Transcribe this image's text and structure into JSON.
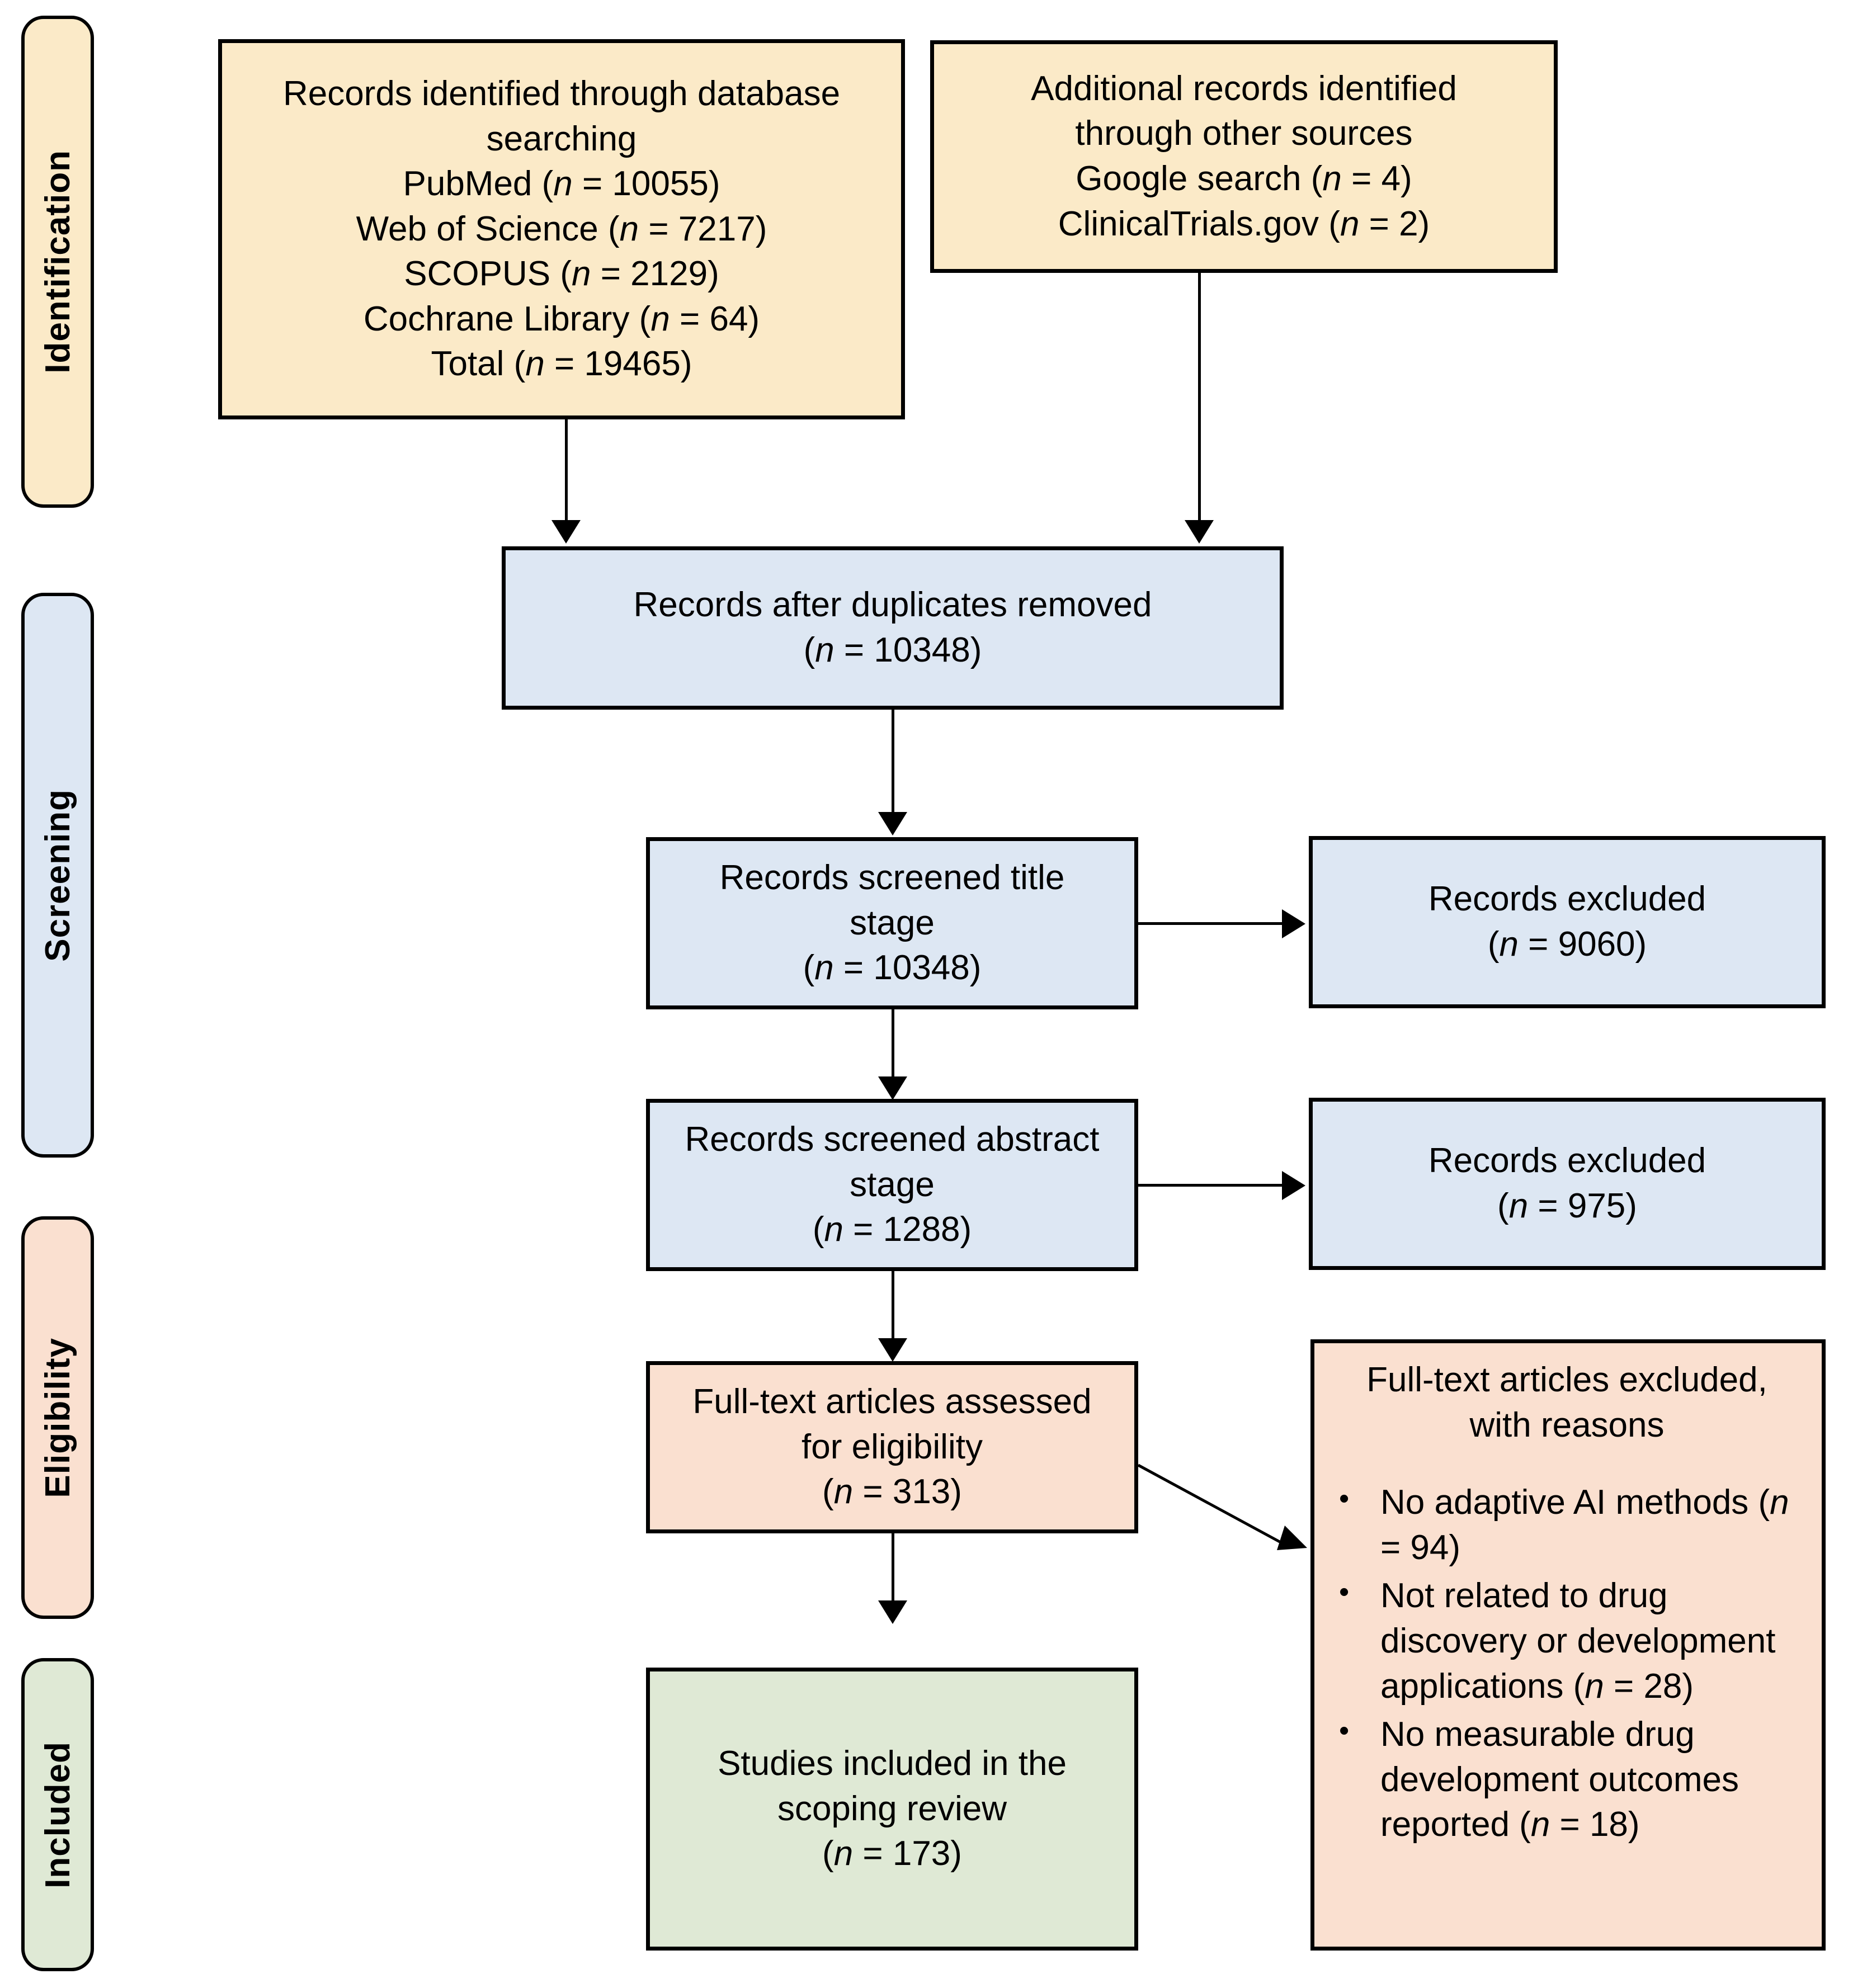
{
  "diagram": {
    "type": "prisma-flow-diagram",
    "stages": [
      {
        "label": "Identification",
        "color": "#fbeac8"
      },
      {
        "label": "Screening",
        "color": "#dde7f3"
      },
      {
        "label": "Eligibility",
        "color": "#fae0d0"
      },
      {
        "label": "Included",
        "color": "#dfe9d5"
      }
    ],
    "boxes": {
      "identified_database": {
        "color": "#fbeac8",
        "lines": [
          "Records identified through database",
          "searching",
          "PubMed (n = 10055)",
          "Web of Science (n = 7217)",
          "SCOPUS (n = 2129)",
          "Cochrane Library (n = 64)",
          "Total (n = 19465)"
        ]
      },
      "identified_other": {
        "color": "#fbeac8",
        "lines": [
          "Additional records identified",
          "through other sources",
          "Google search (n = 4)",
          "ClinicalTrials.gov (n = 2)"
        ]
      },
      "duplicates_removed": {
        "color": "#dde7f3",
        "lines": [
          "Records after duplicates removed",
          "(n = 10348)"
        ]
      },
      "screened_title": {
        "color": "#dde7f3",
        "lines": [
          "Records screened title",
          "stage",
          "(n = 10348)"
        ]
      },
      "excluded_title": {
        "color": "#dde7f3",
        "lines": [
          "Records excluded",
          "(n = 9060)"
        ]
      },
      "screened_abstract": {
        "color": "#dde7f3",
        "lines": [
          "Records screened abstract",
          "stage",
          "(n = 1288)"
        ]
      },
      "excluded_abstract": {
        "color": "#dde7f3",
        "lines": [
          "Records excluded",
          "(n = 975)"
        ]
      },
      "fulltext_assessed": {
        "color": "#fae0d0",
        "lines": [
          "Full-text articles assessed",
          "for eligibility",
          "(n = 313)"
        ]
      },
      "fulltext_excluded": {
        "color": "#fae0d0",
        "title_lines": [
          "Full-text articles excluded,",
          "with reasons"
        ],
        "bullet": "•",
        "reasons": [
          "No adaptive AI methods (n = 94)",
          "Not related to drug discovery or development applications (n = 28)",
          "No measurable drug development outcomes reported (n = 18)"
        ]
      },
      "studies_included": {
        "color": "#dfe9d5",
        "lines": [
          "Studies included in the",
          "scoping review",
          "(n = 173)"
        ]
      }
    },
    "counts": {
      "pubmed": 10055,
      "web_of_science": 7217,
      "scopus": 2129,
      "cochrane_library": 64,
      "database_total": 19465,
      "google_search": 4,
      "clinicaltrials_gov": 2,
      "after_duplicates": 10348,
      "screened_title": 10348,
      "excluded_title": 9060,
      "screened_abstract": 1288,
      "excluded_abstract": 975,
      "fulltext_assessed": 313,
      "excluded_no_adaptive_ai": 94,
      "excluded_not_drug_related": 28,
      "excluded_no_outcomes": 18,
      "studies_included": 173
    }
  }
}
